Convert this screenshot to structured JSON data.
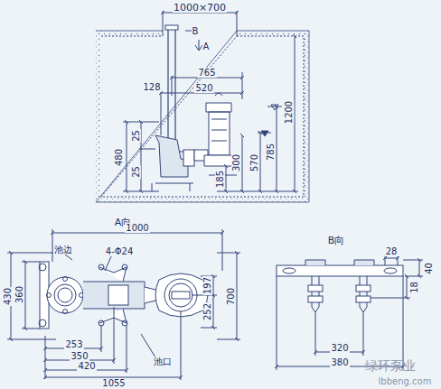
{
  "diagram": {
    "labels": [
      "1000×700",
      "B",
      "A",
      "765",
      "128",
      "520",
      "480",
      "25",
      "25",
      "185",
      "300",
      "570",
      "785",
      "1200",
      "A向",
      "1000",
      "池边",
      "4-Φ24",
      "430",
      "360",
      "197",
      "252",
      "700",
      "253",
      "350",
      "420",
      "1055",
      "池口",
      "B向",
      "28",
      "40",
      "18",
      "320",
      "380",
      "绿环泵业",
      "lbbeng.com"
    ]
  }
}
